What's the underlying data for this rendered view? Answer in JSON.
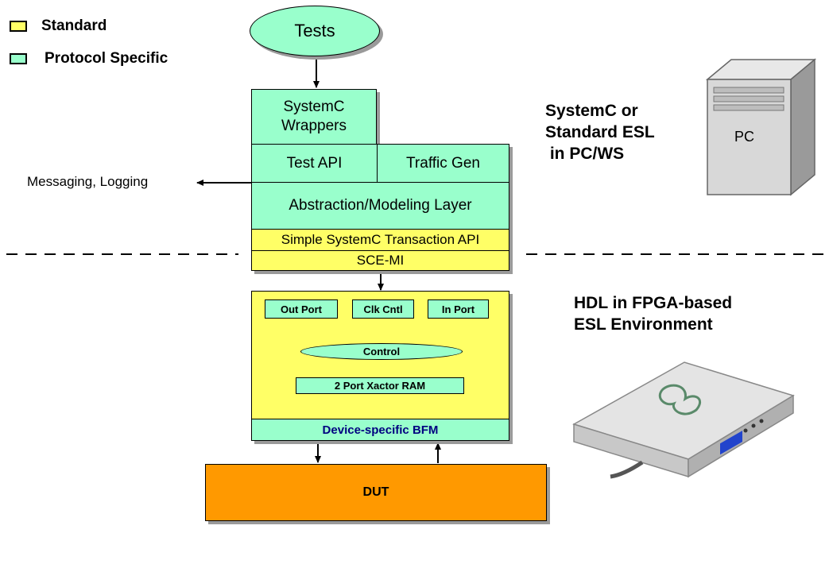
{
  "legend": {
    "standard": {
      "label": "Standard",
      "color": "#ffff66"
    },
    "protocol_specific": {
      "label": "Protocol Specific",
      "color": "#99ffcc"
    }
  },
  "stack": {
    "tests": "Tests",
    "systemc_wrappers": [
      "SystemC",
      "Wrappers"
    ],
    "test_api": "Test API",
    "traffic_gen": "Traffic Gen",
    "abstraction_layer": "Abstraction/Modeling Layer",
    "transaction_api": "Simple SystemC Transaction API",
    "sce_mi": "SCE-MI"
  },
  "messaging": "Messaging, Logging",
  "fpga": {
    "out_port": "Out Port",
    "clk_cntl": "Clk Cntl",
    "in_port": "In Port",
    "control": "Control",
    "xactor_ram": "2 Port Xactor RAM",
    "bfm": "Device-specific BFM"
  },
  "dut": "DUT",
  "pc_label": "PC",
  "side": {
    "esl_pc": [
      "SystemC or",
      "Standard ESL",
      " in PC/WS"
    ],
    "hdl_fpga": [
      "HDL in FPGA-based",
      "ESL Environment"
    ]
  },
  "colors": {
    "protocol": "#99ffcc",
    "standard": "#ffff66",
    "dut": "#ff9900",
    "bfm_text": "#000080"
  }
}
